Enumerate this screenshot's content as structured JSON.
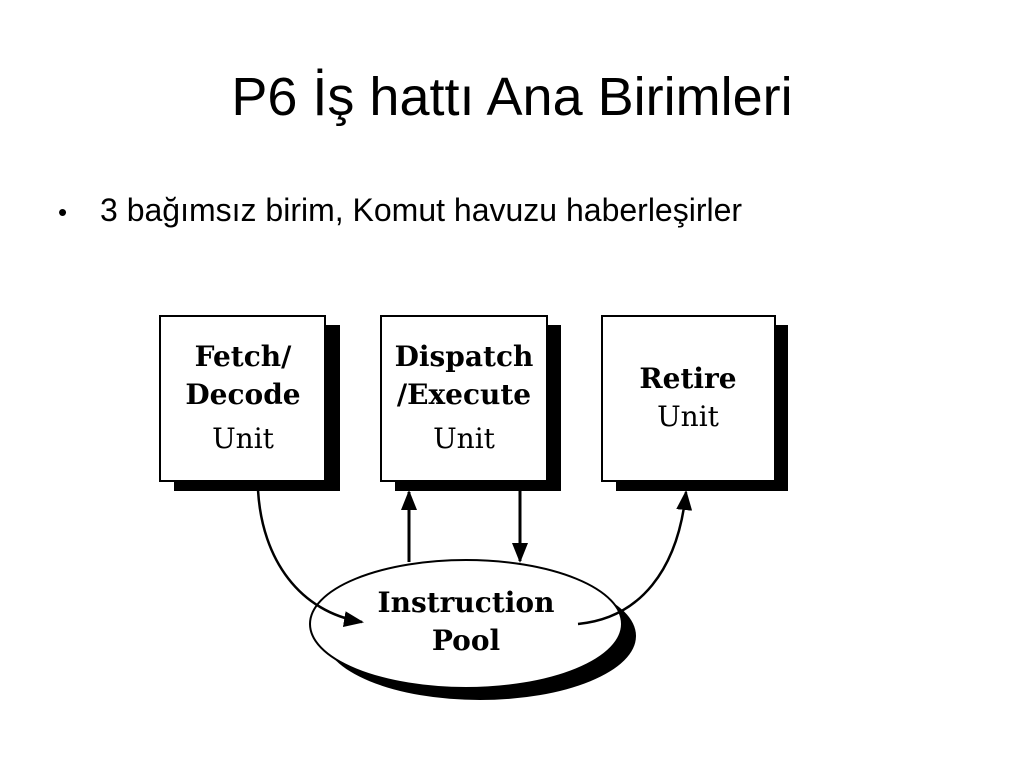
{
  "slide": {
    "title": "P6 İş hattı Ana Birimleri",
    "bullets": [
      {
        "marker": "•",
        "text": "3 bağımsız birim, Komut havuzu haberleşirler"
      }
    ]
  },
  "diagram": {
    "units": [
      {
        "line1": "Fetch/",
        "line2": "Decode",
        "line3": "Unit"
      },
      {
        "line1": "Dispatch",
        "line2": "/Execute",
        "line3": "Unit"
      },
      {
        "line1": "Retire",
        "line2": "Unit"
      }
    ],
    "pool": {
      "line1": "Instruction",
      "line2": "Pool"
    },
    "colors": {
      "stroke": "#000000",
      "fill": "#ffffff",
      "shadow": "#000000"
    }
  }
}
